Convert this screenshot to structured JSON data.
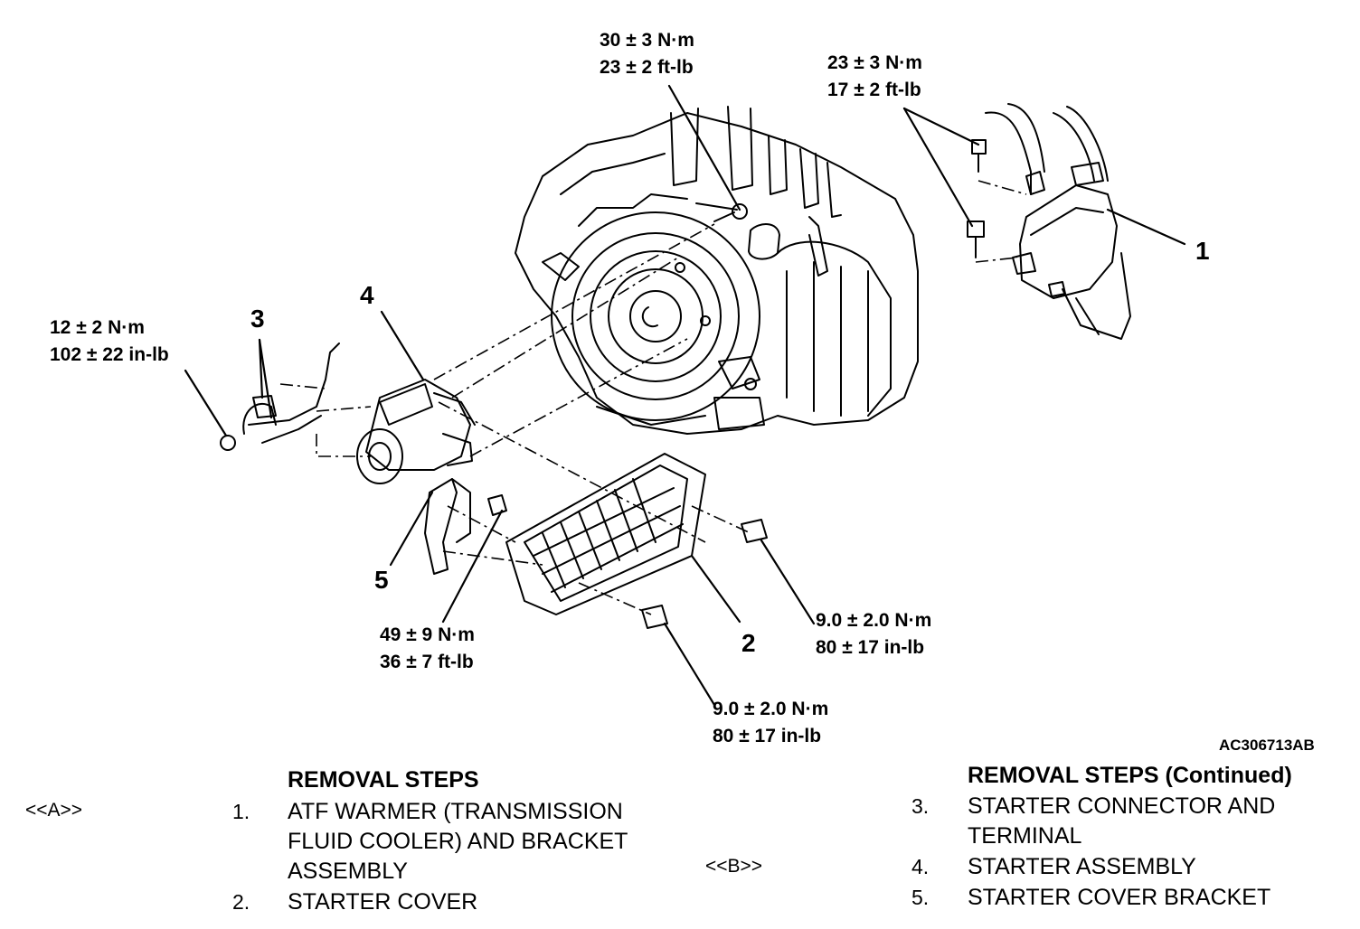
{
  "torque_labels": [
    {
      "id": "t1",
      "line1": "30 ± 3 N·m",
      "line2": "23 ± 2 ft-lb"
    },
    {
      "id": "t2",
      "line1": "23 ± 3 N·m",
      "line2": "17 ± 2 ft-lb"
    },
    {
      "id": "t3",
      "line1": "12 ± 2 N·m",
      "line2": "102 ± 22 in-lb"
    },
    {
      "id": "t4",
      "line1": "49 ± 9 N·m",
      "line2": "36 ± 7 ft-lb"
    },
    {
      "id": "t5",
      "line1": "9.0 ± 2.0 N·m",
      "line2": "80 ± 17 in-lb"
    },
    {
      "id": "t6",
      "line1": "9.0 ± 2.0 N·m",
      "line2": "80 ± 17 in-lb"
    }
  ],
  "callouts": [
    "1",
    "2",
    "3",
    "4",
    "5"
  ],
  "figure_code": "AC306713AB",
  "left_section": {
    "title": "REMOVAL STEPS",
    "ref_a": "<<A>>",
    "steps": [
      {
        "n": "1.",
        "lines": [
          "ATF WARMER (TRANSMISSION",
          "FLUID COOLER) AND BRACKET",
          "ASSEMBLY"
        ]
      },
      {
        "n": "2.",
        "lines": [
          "STARTER COVER"
        ]
      }
    ]
  },
  "right_section": {
    "title": "REMOVAL STEPS (Continued)",
    "ref_b": "<<B>>",
    "steps": [
      {
        "n": "3.",
        "lines": [
          "STARTER CONNECTOR AND",
          "TERMINAL"
        ]
      },
      {
        "n": "4.",
        "lines": [
          "STARTER ASSEMBLY"
        ]
      },
      {
        "n": "5.",
        "lines": [
          "STARTER COVER BRACKET"
        ]
      }
    ]
  }
}
